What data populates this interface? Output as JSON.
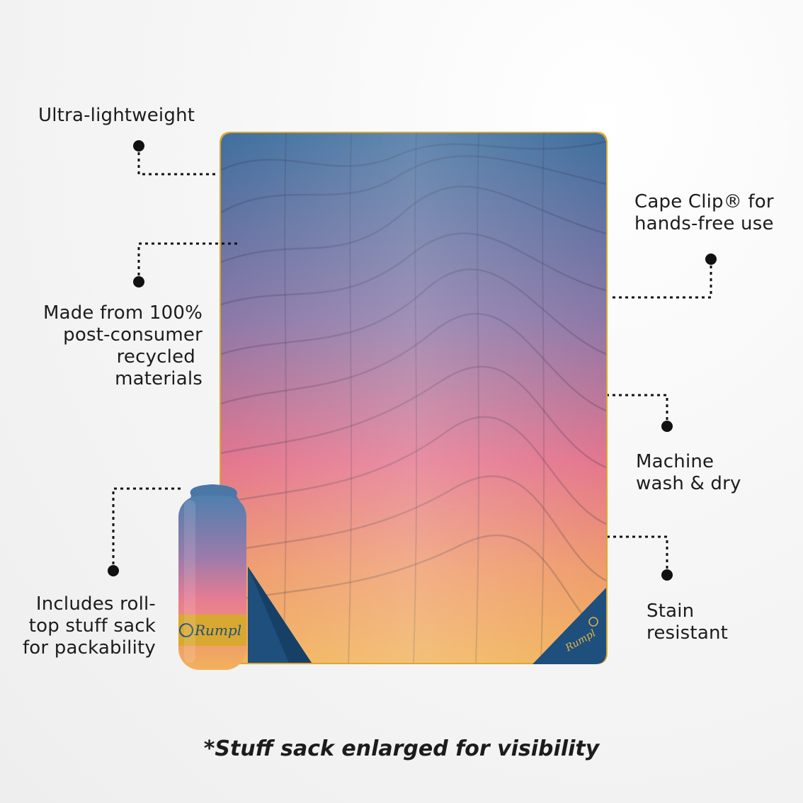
{
  "callouts": {
    "ultralight": "Ultra-lightweight",
    "recycled": [
      "Made from 100%",
      "post-consumer",
      "recycled",
      "materials"
    ],
    "stuff_sack": [
      "Includes roll-",
      "top stuff sack",
      "for packability"
    ],
    "cape_clip": [
      "Cape Clip® for",
      "hands-free use"
    ],
    "machine_wash": [
      "Machine",
      "wash & dry"
    ],
    "stain": [
      "Stain",
      "resistant"
    ]
  },
  "footnote": "*Stuff sack enlarged for visibility",
  "brand": "Rumpl",
  "colors": {
    "top_blue": "#3f6f9e",
    "mid_purple": "#8b78a8",
    "mid_pink": "#e4768f",
    "bottom_gold": "#f1b35c",
    "reverse_navy": "#1e4f7d",
    "trim_gold": "#d9a830",
    "callout_dots": "#111111"
  }
}
